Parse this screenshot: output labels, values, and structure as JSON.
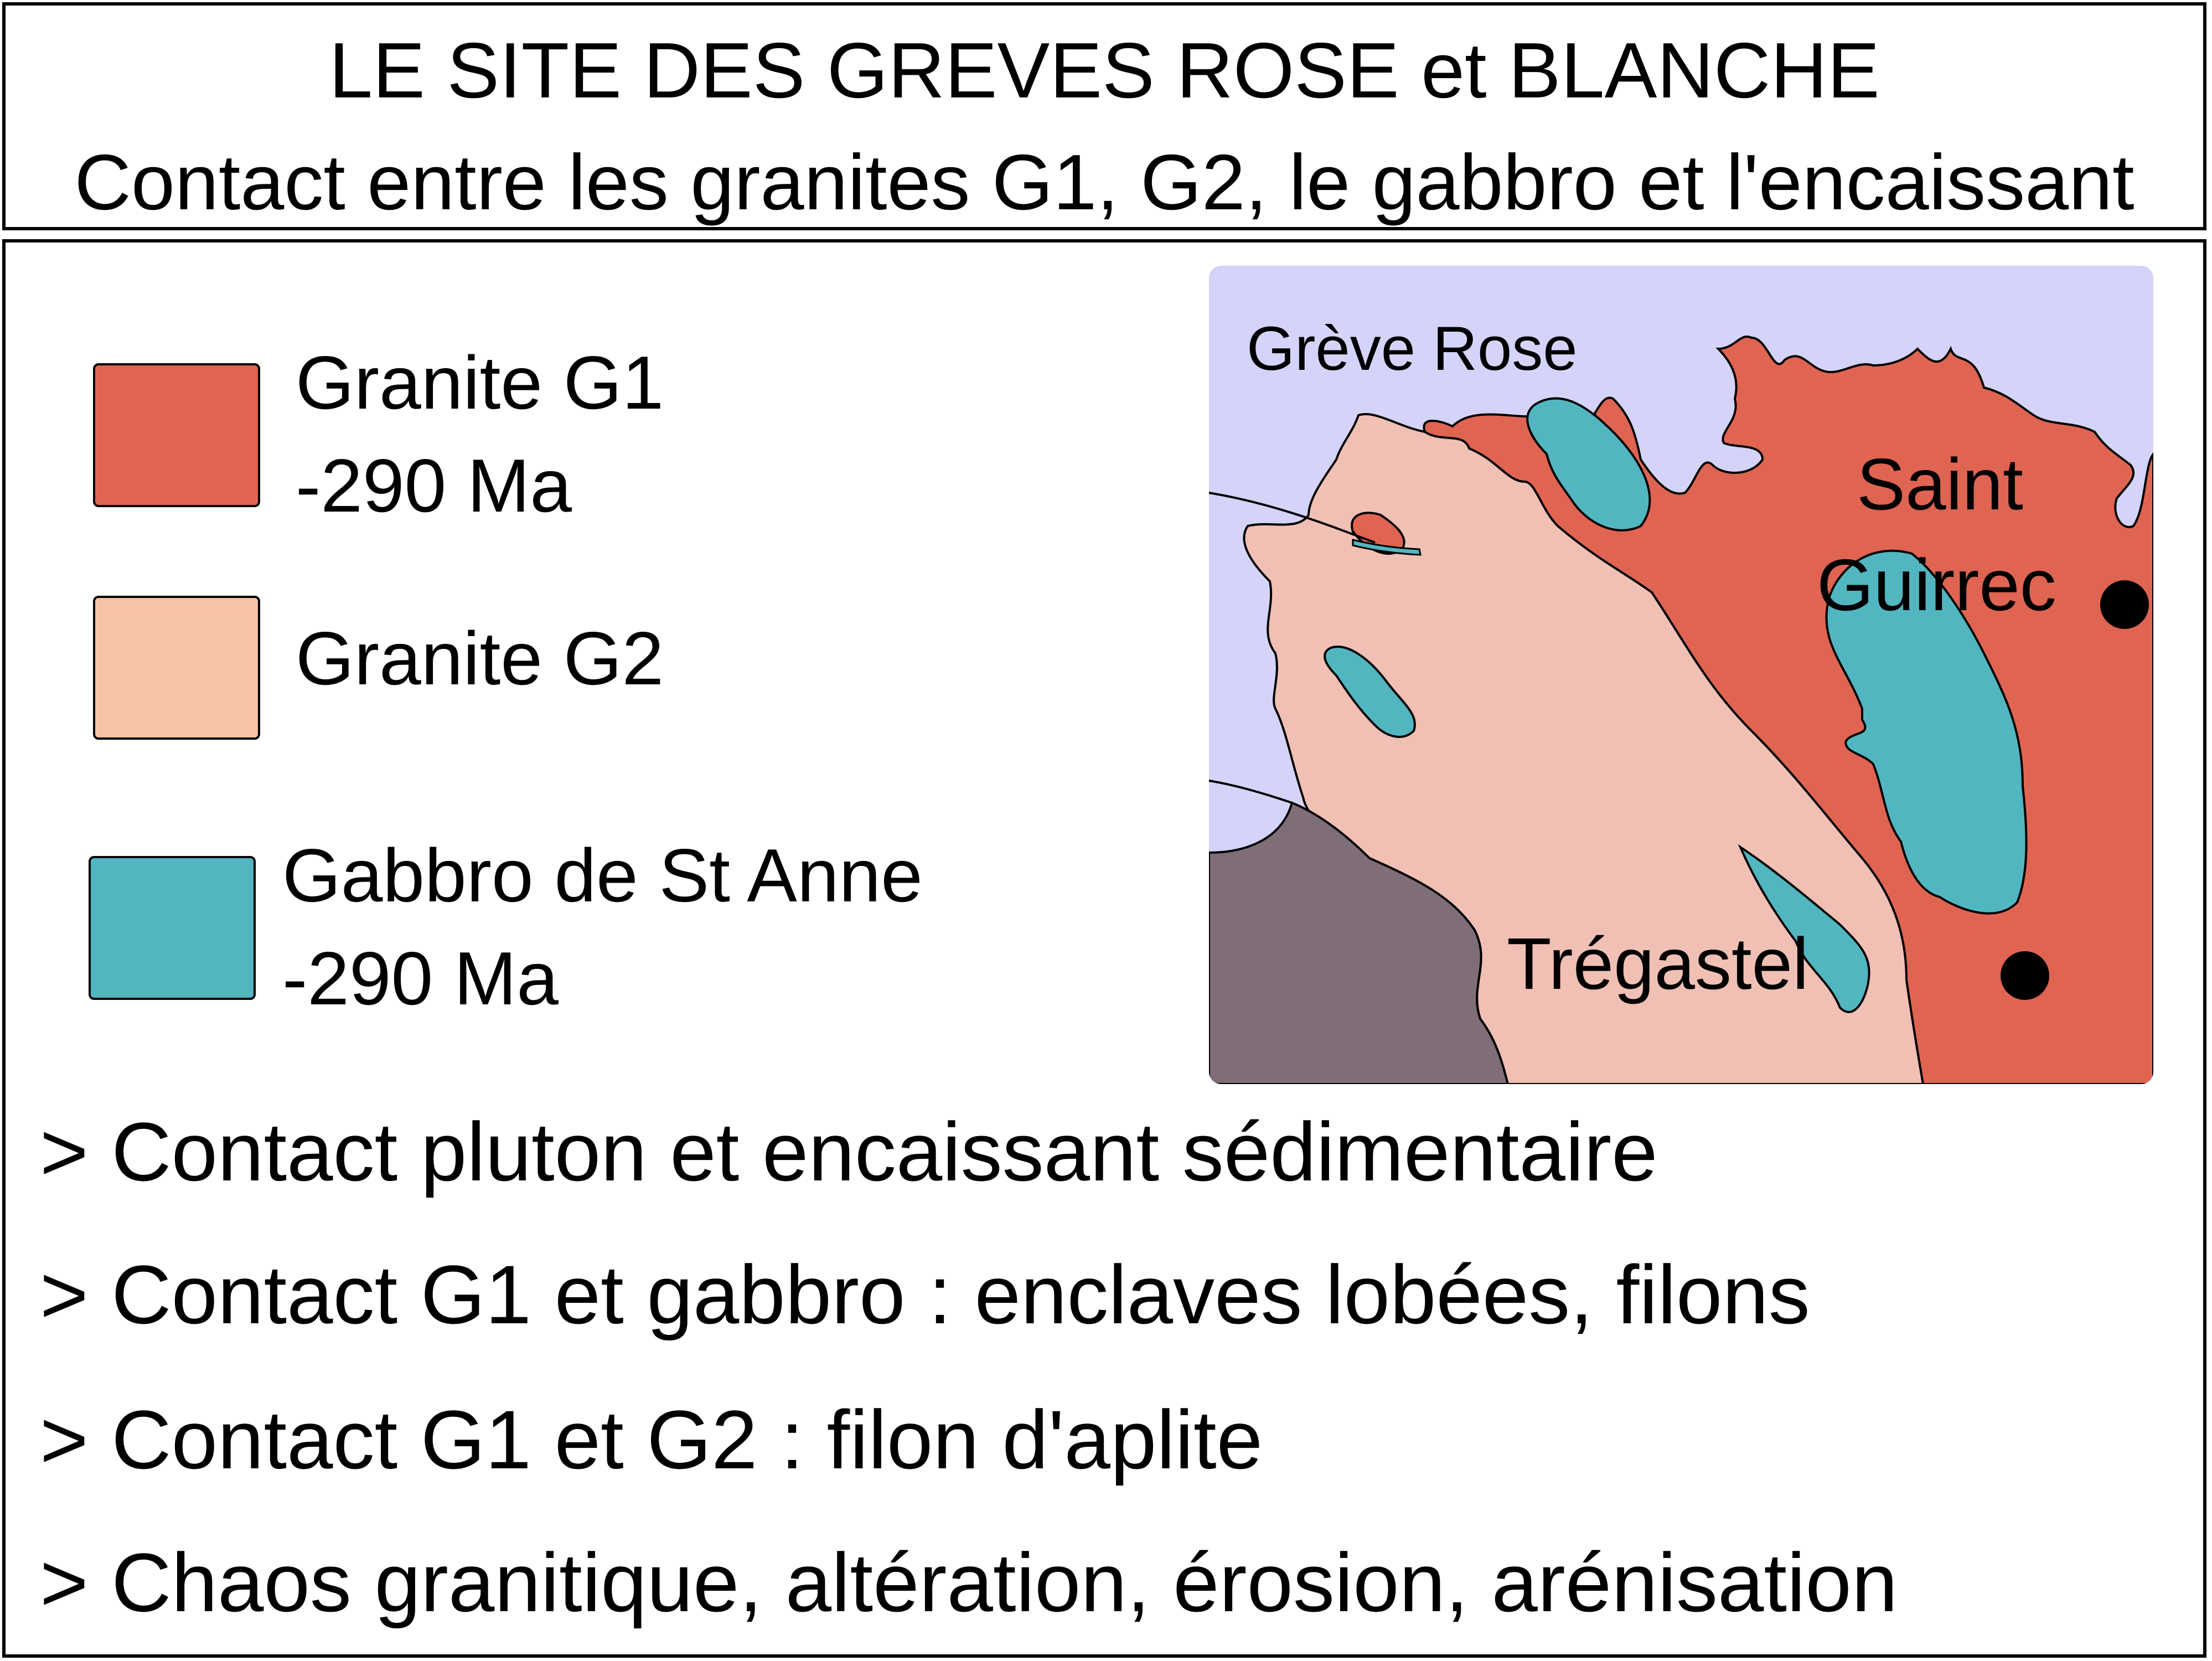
{
  "title": {
    "line1": "LE SITE DES GREVES ROSE et BLANCHE",
    "line2": "Contact entre les granites G1, G2, le gabbro et l'encaissant"
  },
  "legend": [
    {
      "color": "#e06452",
      "label": "Granite G1",
      "age": "-290 Ma"
    },
    {
      "color": "#f6c3a6",
      "label": "Granite G2",
      "age": ""
    },
    {
      "color": "#52b6c1",
      "label": "Gabbro de St Anne",
      "age": "-290 Ma"
    }
  ],
  "map": {
    "labels": {
      "greve_rose": "Grève Rose",
      "saint": "Saint",
      "guirrec": "Guirrec",
      "tregastel": "Trégastel"
    },
    "colors": {
      "sea": "#d4d4fa",
      "granite_g1": "#e06452",
      "granite_g2": "#f1c0b4",
      "gabbro": "#52b6c1",
      "encaissant": "#7f6d77"
    }
  },
  "bullets": [
    "> Contact pluton et encaissant sédimentaire",
    "> Contact  G1 et gabbro : enclaves lobées, filons",
    "> Contact G1 et G2 : filon d'aplite",
    "> Chaos granitique, altération, érosion, arénisation"
  ]
}
